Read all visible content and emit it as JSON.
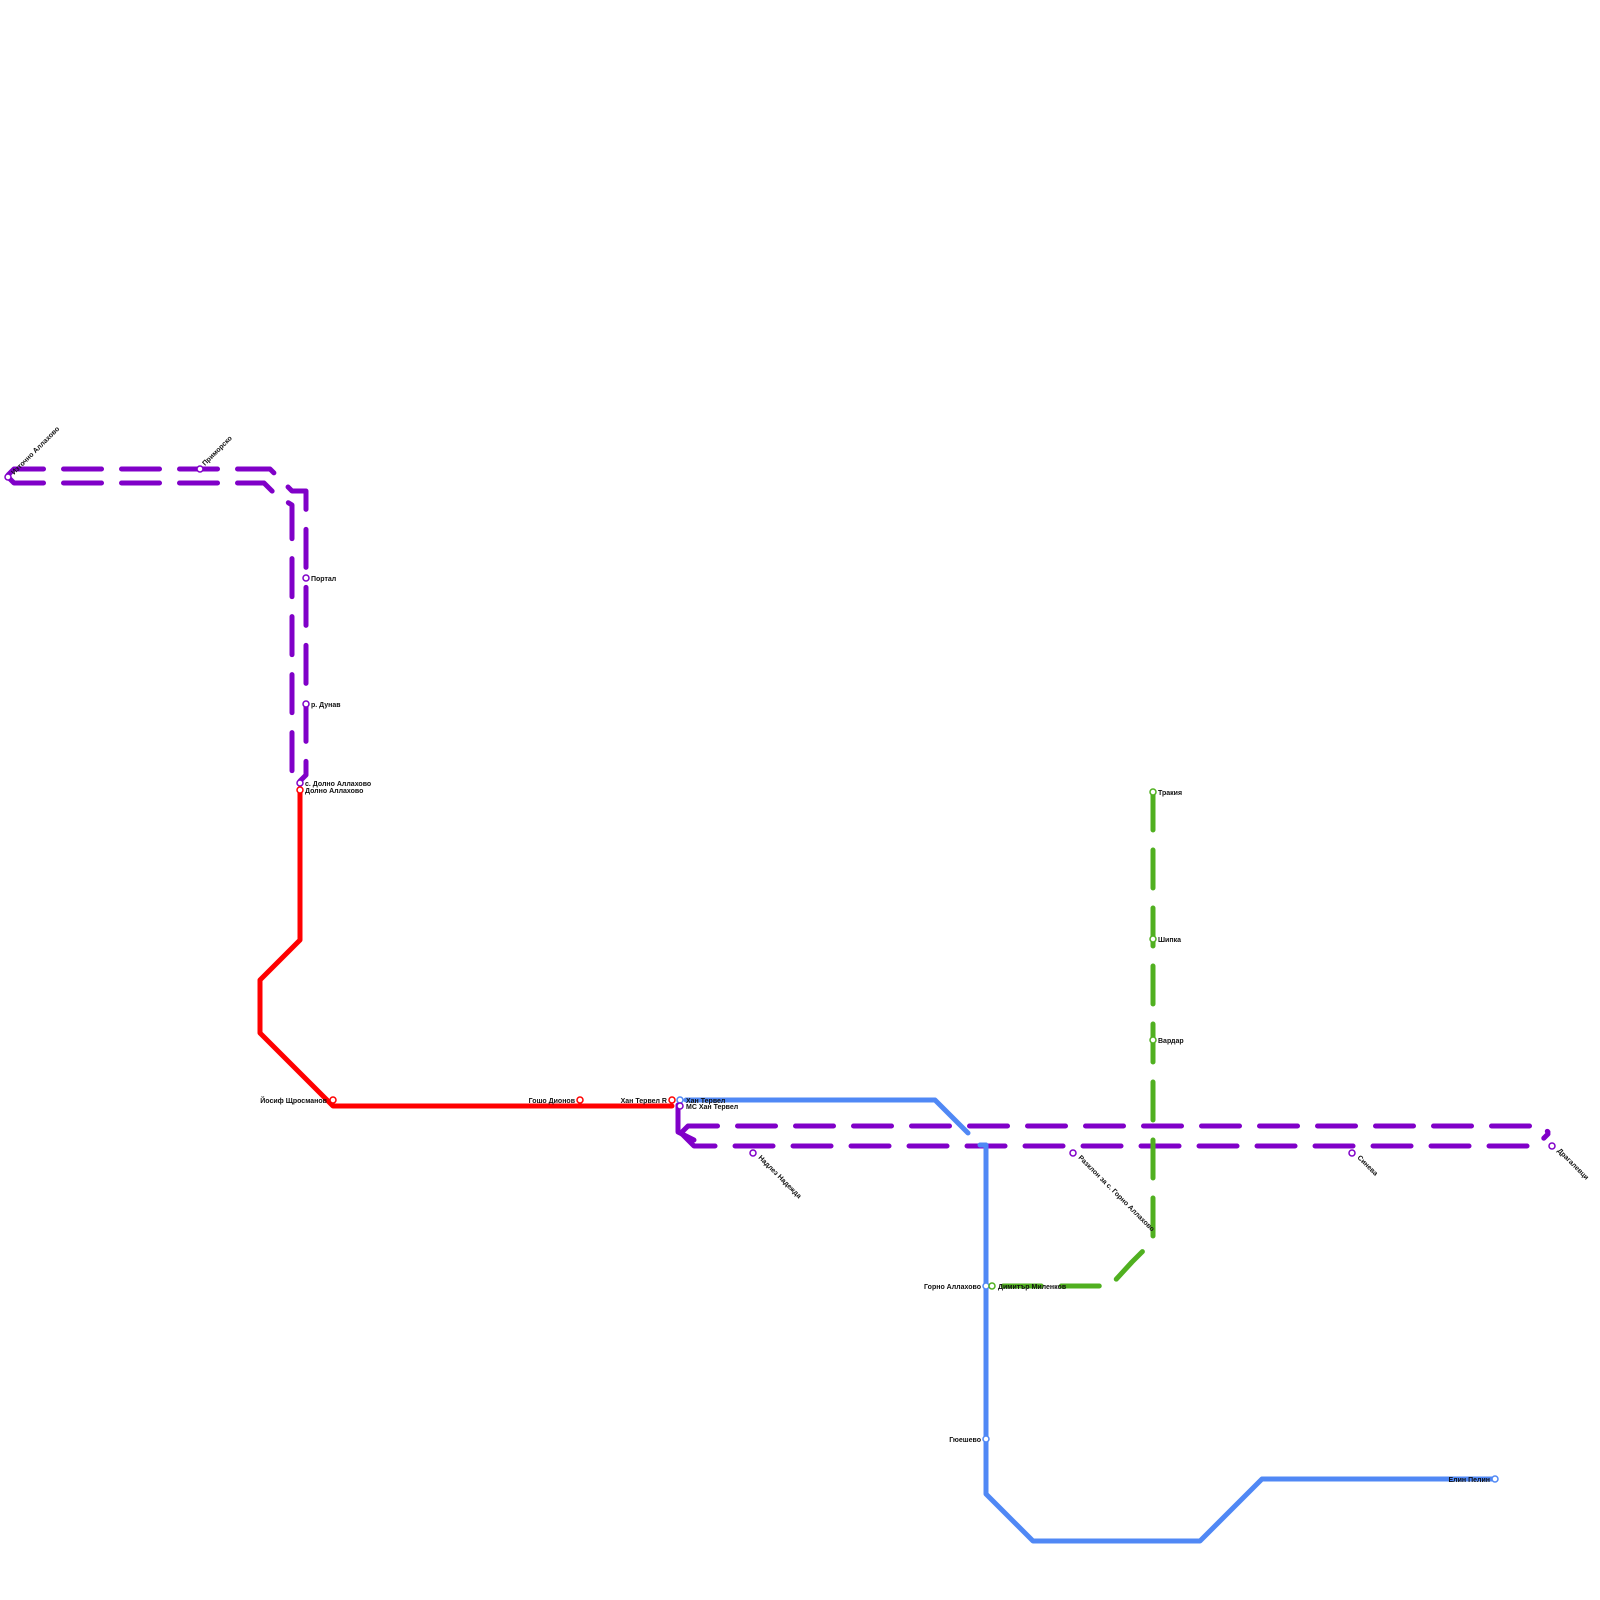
{
  "colors": {
    "purple": "#8000c8",
    "red": "#ff0000",
    "blue": "#5088f5",
    "green": "#50b020",
    "background": "#ffffff"
  },
  "stations": {
    "iztochno_allahovo": "Източно Аллахово",
    "priyatno": "Приморско",
    "portal": "Портал",
    "r_dunav": "р. Дунав",
    "s_dolno_allahovo": "с. Долно Аллахово",
    "dolno_allahovo": "Долно Аллахово",
    "yosif_shrosmanov": "Йосиф Щросманов",
    "gosho_dionov": "Гошо Дионов",
    "han_tervel_r": "Хан Тервел R",
    "han_tervel": "Хан Тервел",
    "ms_han_tervel": "МС Хан Тервел",
    "nadlez_nadezhda": "Надлез Надежда",
    "razklon": "Разклон за с. Горно Аллахово",
    "sineva": "Синева",
    "drugalevtsi": "Драгалевци",
    "trakia": "Тракия",
    "shipka": "Шипка",
    "vardar": "Вардар",
    "gorno_allahovo": "Горно Аллахово",
    "dimitar_milenkov": "Димитър Миленков",
    "gyueshevo": "Гюешево",
    "elin_pelin": "Елин Пелин"
  }
}
